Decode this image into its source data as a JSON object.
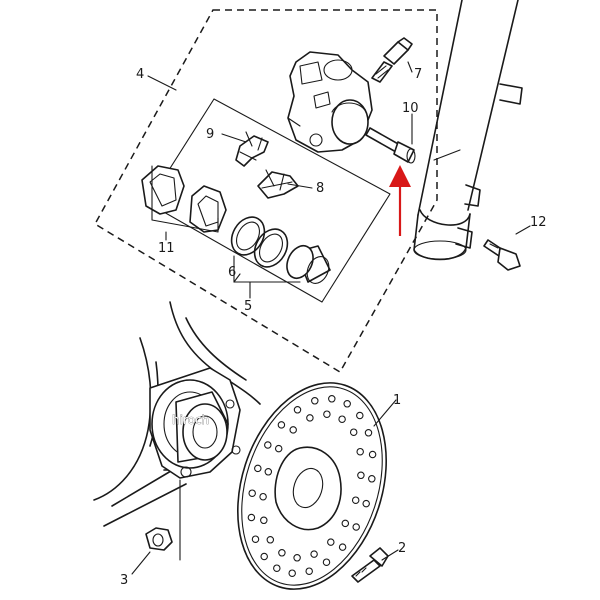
{
  "callouts": [
    {
      "id": "1",
      "text": "1"
    },
    {
      "id": "2",
      "text": "2"
    },
    {
      "id": "3",
      "text": "3"
    },
    {
      "id": "4",
      "text": "4"
    },
    {
      "id": "5",
      "text": "5"
    },
    {
      "id": "6",
      "text": "6"
    },
    {
      "id": "7",
      "text": "7"
    },
    {
      "id": "8",
      "text": "8"
    },
    {
      "id": "9",
      "text": "9"
    },
    {
      "id": "10",
      "text": "10"
    },
    {
      "id": "11",
      "text": "11"
    },
    {
      "id": "12",
      "text": "12"
    }
  ],
  "watermark": "hiroch",
  "colors": {
    "ink": "#1a1a1a",
    "arrow": "#d81818",
    "background": "#ffffff"
  }
}
